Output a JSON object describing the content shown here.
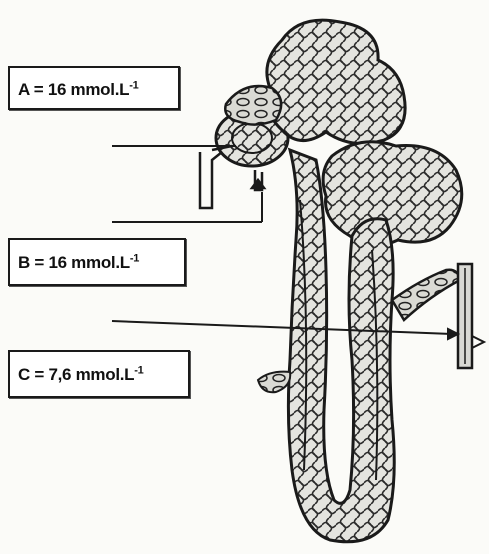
{
  "diagram": {
    "labels": [
      {
        "id": "a",
        "letter": "A",
        "text": "A = 16 mmol.L",
        "exponent": "-1"
      },
      {
        "id": "b",
        "letter": "B",
        "text": "B = 16 mmol.L",
        "exponent": "-1"
      },
      {
        "id": "c",
        "letter": "C",
        "text": "C = 7,6 mmol.L",
        "exponent": "-1"
      }
    ],
    "colors": {
      "ink": "#1a1a1a",
      "paper": "#fbfbf8",
      "vessel_fill": "#d9d9d4",
      "vessel_dark": "#2a2a2a"
    },
    "figure": "nephron-with-capillary-network"
  }
}
